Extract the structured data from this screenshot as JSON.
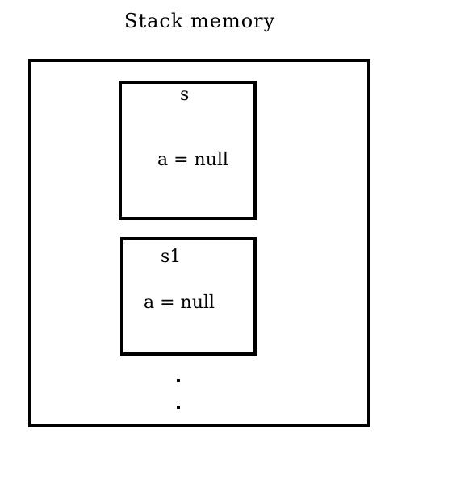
{
  "diagram": {
    "title": "Stack memory",
    "frames": [
      {
        "name": "s",
        "field": "a = null"
      },
      {
        "name": "s1",
        "field": "a = null"
      }
    ],
    "continuation_marks": [
      "dot",
      "dot"
    ]
  }
}
